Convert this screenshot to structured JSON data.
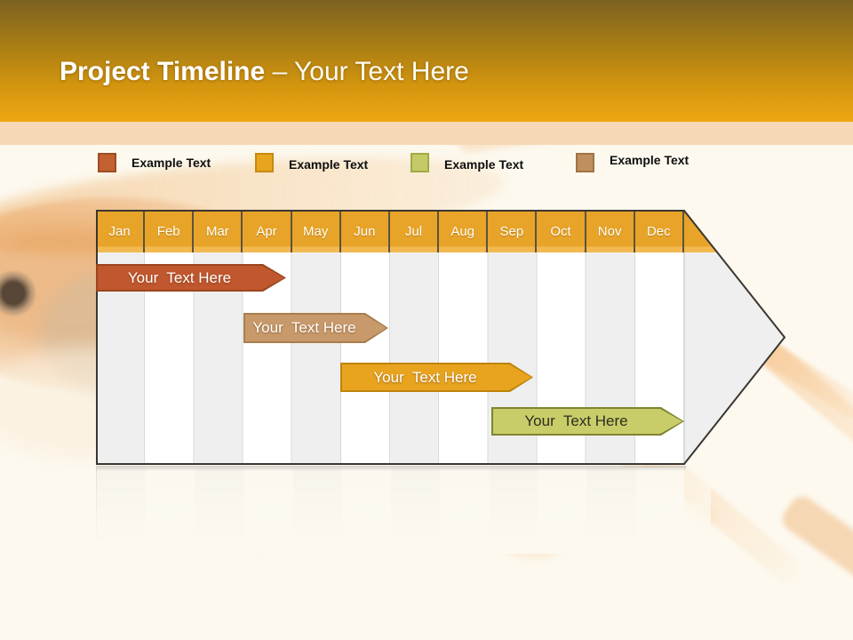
{
  "header": {
    "title_bold": "Project Timeline",
    "title_light": "– Your Text Here",
    "banner_top_color": "#7C6122",
    "banner_bottom_color": "#EEA713",
    "accent_band_color": "#F7D8B6"
  },
  "legend": {
    "items": [
      {
        "label": "Example Text",
        "color": "#C2602F",
        "border": "#9F4D26"
      },
      {
        "label": "Example Text",
        "color": "#E9A41E",
        "border": "#C68A11"
      },
      {
        "label": "Example Text",
        "color": "#C3CA67",
        "border": "#A2AA42"
      },
      {
        "label": "Example Text",
        "color": "#BF8F5F",
        "border": "#A07444"
      }
    ]
  },
  "timeline": {
    "months": [
      "Jan",
      "Feb",
      "Mar",
      "Apr",
      "May",
      "Jun",
      "Jul",
      "Aug",
      "Sep",
      "Oct",
      "Nov",
      "Dec"
    ],
    "month_header_color": "#E8A428",
    "body_stripe_gray": "#EFEFEF",
    "body_stripe_white": "#FFFFFF",
    "bars": [
      {
        "label": "Your  Text Here",
        "color": "#C1572E",
        "border": "#9A451F",
        "text_color": "#FFFFFF"
      },
      {
        "label": "Your  Text Here",
        "color": "#C89A6B",
        "border": "#A87D4D",
        "text_color": "#FFFFFF"
      },
      {
        "label": "Your  Text Here",
        "color": "#E8A41F",
        "border": "#BD8409",
        "text_color": "#FFFFFF"
      },
      {
        "label": "Your  Text Here",
        "color": "#C8CD6A",
        "border": "#7E8430",
        "text_color": "#2E2E1F"
      }
    ]
  },
  "chart_data": {
    "type": "bar",
    "subtype": "gantt_timeline",
    "title": "Project Timeline – Your Text Here",
    "x_axis": {
      "unit": "month",
      "categories": [
        "Jan",
        "Feb",
        "Mar",
        "Apr",
        "May",
        "Jun",
        "Jul",
        "Aug",
        "Sep",
        "Oct",
        "Nov",
        "Dec"
      ],
      "range": [
        0,
        12
      ]
    },
    "grid": "alternating vertical month stripes, big right-arrow container",
    "legend_position": "top",
    "legend_entries": [
      "Example Text",
      "Example Text",
      "Example Text",
      "Example Text"
    ],
    "series": [
      {
        "name": "Your Text Here",
        "row": 1,
        "start": "Jan",
        "end": "Apr",
        "start_month_index": 0.0,
        "end_month_index": 3.9,
        "color": "#C1572E"
      },
      {
        "name": "Your Text Here",
        "row": 2,
        "start": "Apr",
        "end": "Jun",
        "start_month_index": 3.0,
        "end_month_index": 6.0,
        "color": "#C89A6B"
      },
      {
        "name": "Your Text Here",
        "row": 3,
        "start": "Jun",
        "end": "Sep",
        "start_month_index": 5.0,
        "end_month_index": 8.9,
        "color": "#E8A41F"
      },
      {
        "name": "Your Text Here",
        "row": 4,
        "start": "Sep",
        "end": "Dec",
        "start_month_index": 8.1,
        "end_month_index": 12.0,
        "color": "#C8CD6A"
      }
    ]
  }
}
